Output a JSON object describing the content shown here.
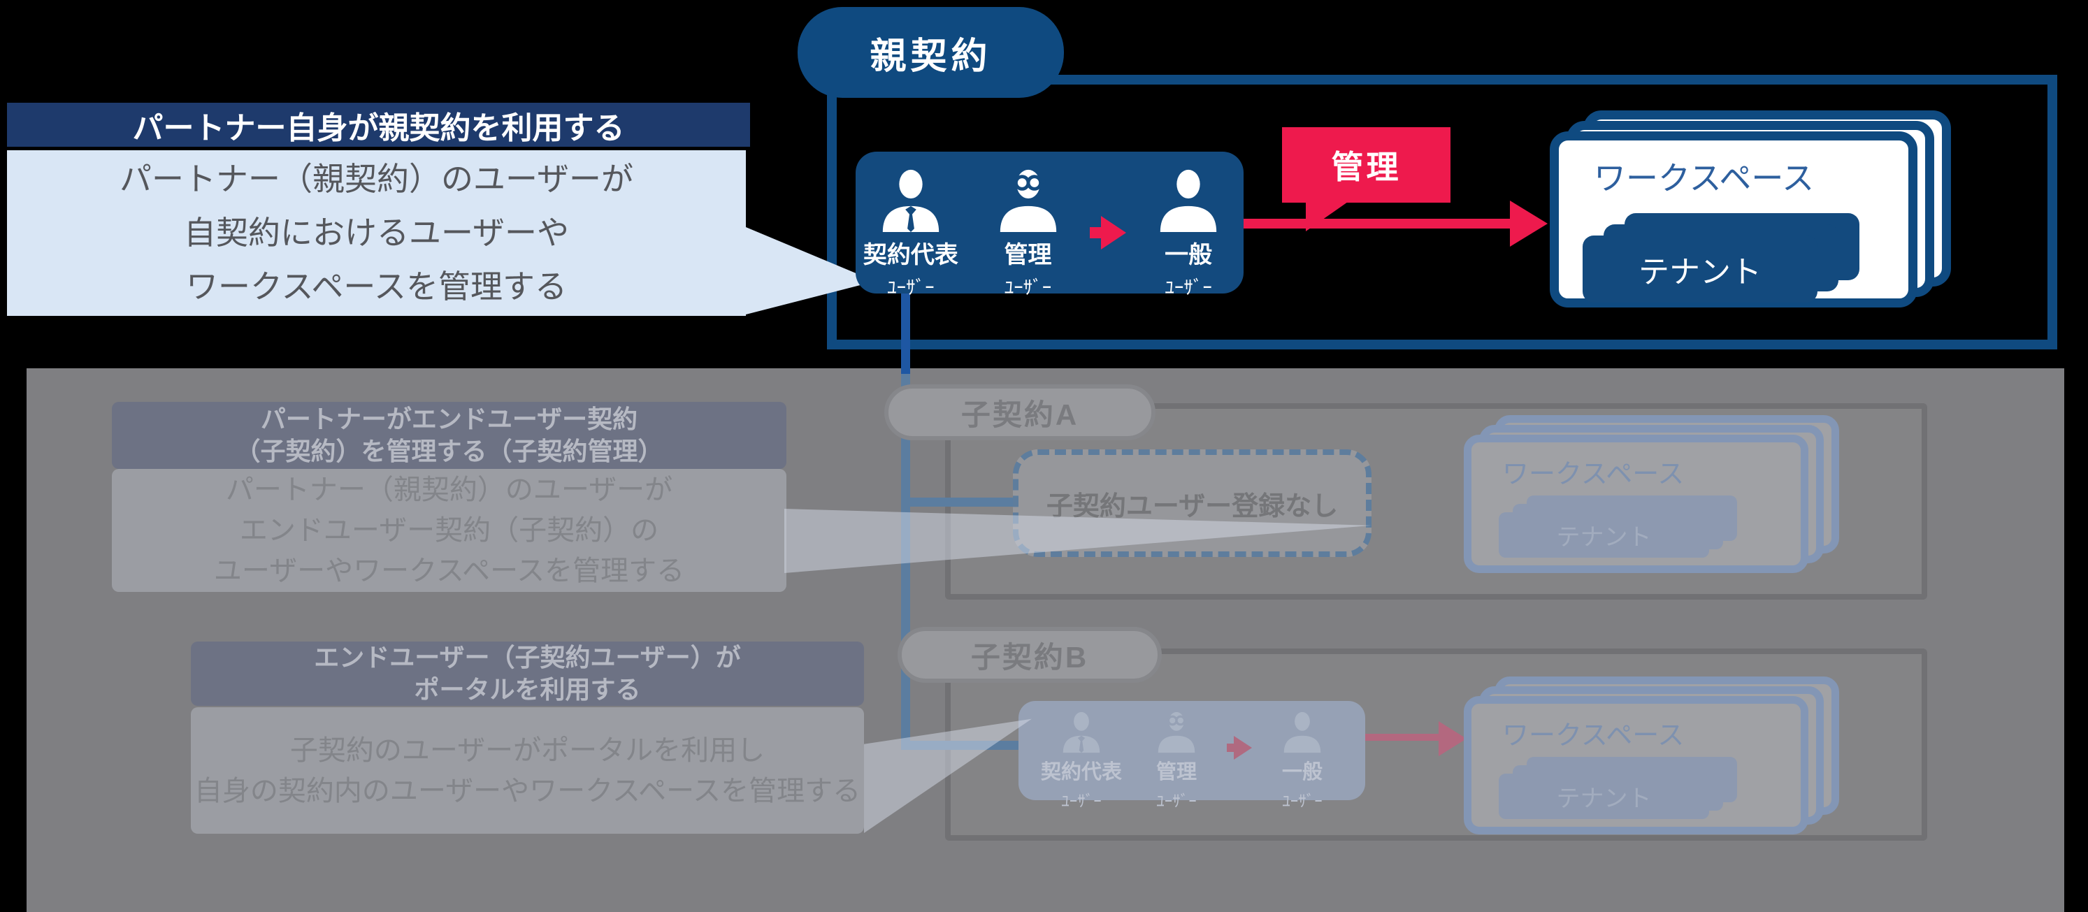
{
  "colors": {
    "brand_blue": "#0f4a80",
    "box_blue": "#134a7e",
    "accent_red": "#ee1a4d",
    "light_blue_bubble": "#d9e6f5",
    "header_navy": "#1e3a6c",
    "connector_blue": "#1e57a3",
    "section_gray": "#7f7f82",
    "faded_steel_dash": "#5e7d9d"
  },
  "parent_contract": {
    "label": "親契約",
    "scenario_title": "パートナー自身が親契約を利用する",
    "scenario_body_lines": [
      "パートナー（親契約）のユーザーが",
      "自契約におけるユーザーや",
      "ワークスペースを管理する"
    ],
    "users": [
      {
        "label": "契約代表",
        "sub": "ﾕｰｻﾞｰ",
        "icon": "person-tie-icon"
      },
      {
        "label": "管理",
        "sub": "ﾕｰｻﾞｰ",
        "icon": "person-glasses-icon"
      },
      {
        "label": "一般",
        "sub": "ﾕｰｻﾞｰ",
        "icon": "person-icon"
      }
    ],
    "manage_label": "管理",
    "workspace_label": "ワークスペース",
    "tenant_label": "テナント"
  },
  "child_contract_management": {
    "title_lines": [
      "パートナーがエンドユーザー契約",
      "（子契約）を管理する（子契約管理）"
    ],
    "body_lines": [
      "パートナー（親契約）のユーザーが",
      "エンドユーザー契約（子契約）の",
      "ユーザーやワークスペースを管理する"
    ]
  },
  "child_contract_a": {
    "label": "子契約A",
    "no_user_label": "子契約ユーザー登録なし",
    "workspace_label": "ワークスペース",
    "tenant_label": "テナント"
  },
  "end_user_portal": {
    "title_lines": [
      "エンドユーザー（子契約ユーザー）が",
      "ポータルを利用する"
    ],
    "body_lines": [
      "子契約のユーザーがポータルを利用し",
      "自身の契約内のユーザーやワークスペースを管理する"
    ]
  },
  "child_contract_b": {
    "label": "子契約B",
    "users": [
      {
        "label": "契約代表",
        "sub": "ﾕｰｻﾞｰ",
        "icon": "person-tie-icon"
      },
      {
        "label": "管理",
        "sub": "ﾕｰｻﾞｰ",
        "icon": "person-glasses-icon"
      },
      {
        "label": "一般",
        "sub": "ﾕｰｻﾞｰ",
        "icon": "person-icon"
      }
    ],
    "workspace_label": "ワークスペース",
    "tenant_label": "テナント"
  }
}
